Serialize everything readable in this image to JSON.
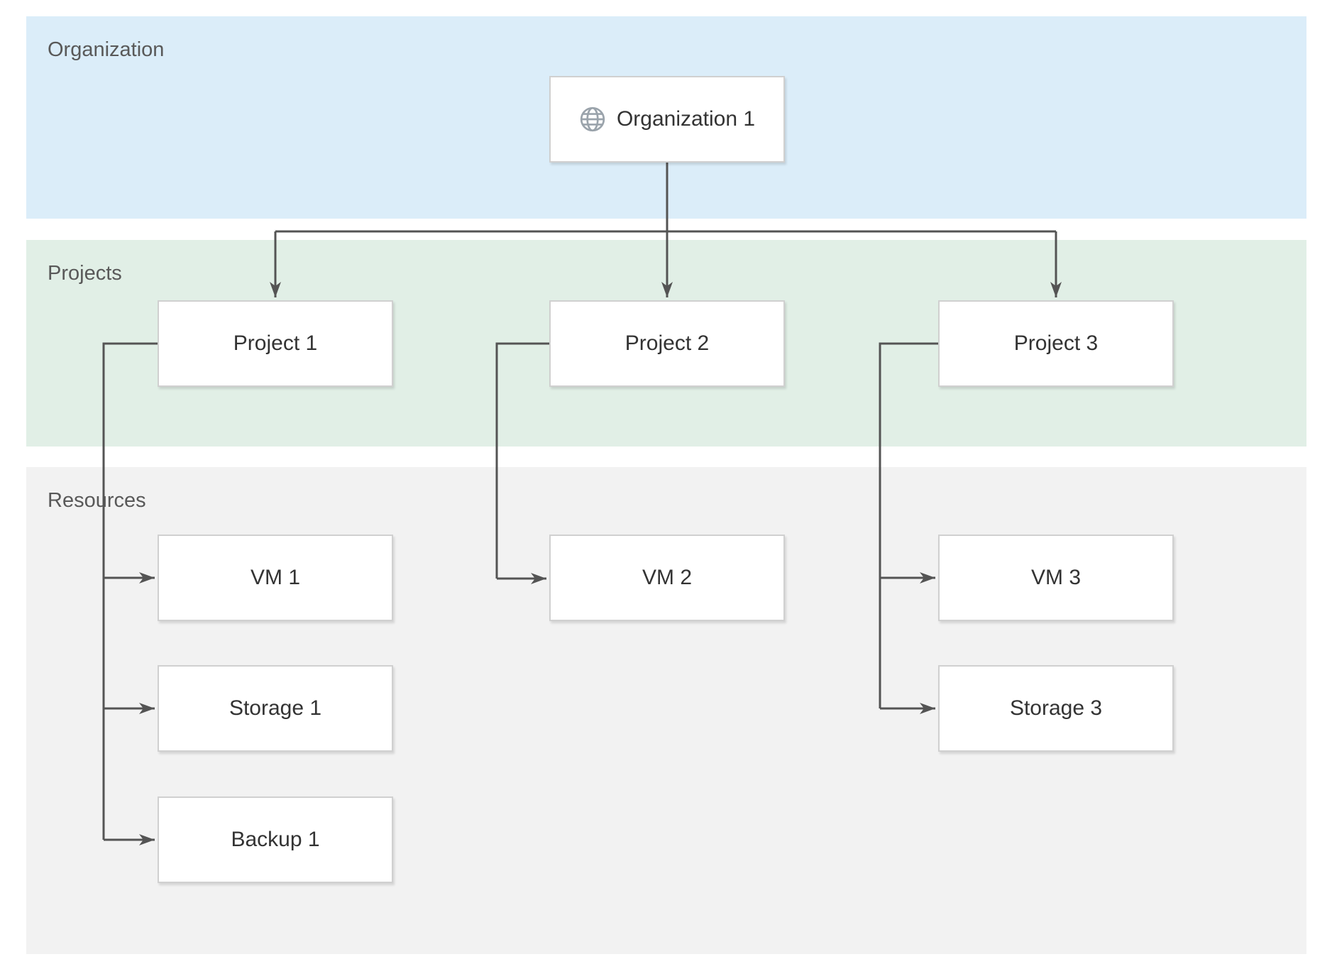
{
  "diagram": {
    "bands": {
      "organization": {
        "label": "Organization",
        "bg": "#dbedf9"
      },
      "projects": {
        "label": "Projects",
        "bg": "#e1efe6"
      },
      "resources": {
        "label": "Resources",
        "bg": "#f2f2f2"
      }
    },
    "nodes": {
      "org1": {
        "label": "Organization 1",
        "icon": "globe-icon"
      },
      "project1": {
        "label": "Project 1"
      },
      "project2": {
        "label": "Project 2"
      },
      "project3": {
        "label": "Project 3"
      },
      "vm1": {
        "label": "VM 1"
      },
      "storage1": {
        "label": "Storage 1"
      },
      "backup1": {
        "label": "Backup 1"
      },
      "vm2": {
        "label": "VM 2"
      },
      "vm3": {
        "label": "VM 3"
      },
      "storage3": {
        "label": "Storage 3"
      }
    },
    "edges": [
      {
        "from": "Organization 1",
        "to": "Project 1"
      },
      {
        "from": "Organization 1",
        "to": "Project 2"
      },
      {
        "from": "Organization 1",
        "to": "Project 3"
      },
      {
        "from": "Project 1",
        "to": "VM 1"
      },
      {
        "from": "Project 1",
        "to": "Storage 1"
      },
      {
        "from": "Project 1",
        "to": "Backup 1"
      },
      {
        "from": "Project 2",
        "to": "VM 2"
      },
      {
        "from": "Project 3",
        "to": "VM 3"
      },
      {
        "from": "Project 3",
        "to": "Storage 3"
      }
    ],
    "colors": {
      "band_organization": "#dbedf9",
      "band_projects": "#e1efe6",
      "band_resources": "#f2f2f2",
      "connector": "#545454",
      "node_border": "#d0d0d0",
      "node_bg": "#ffffff",
      "band_label_text": "#595959",
      "node_label_text": "#333333",
      "globe_icon": "#9aa3ab"
    }
  }
}
